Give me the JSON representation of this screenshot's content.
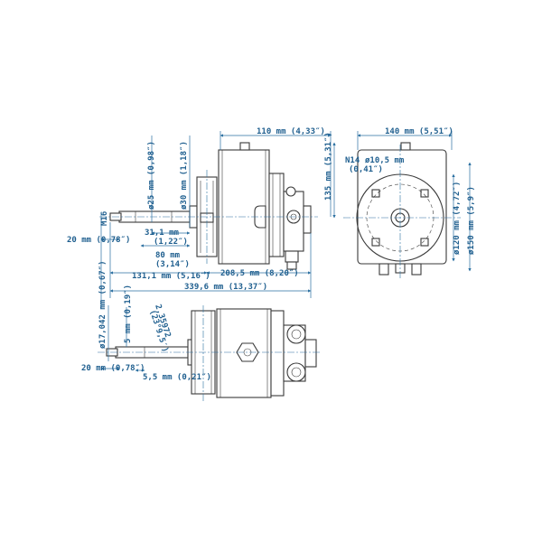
{
  "dims": {
    "d110": "110 mm (4,33″)",
    "d140": "140 mm (5,51″)",
    "d135": "135 mm (5,31″)",
    "d25": "ø25 mm (0,98″)",
    "d30": "ø30 mm (1,18″)",
    "m16": "M16",
    "d20a": "20 mm (0,78″)",
    "d31": "31,1 mm",
    "d31in": "(1,22″)",
    "d80": "80 mm",
    "d80in": "(3,14″)",
    "d131": "131,1 mm (5,16″)",
    "d208": "208,5 mm (8,20″)",
    "d339": "339,6 mm (13,37″)",
    "n14": "N14",
    "d105": "ø10,5 mm",
    "d105in": "(0,41″)",
    "d120": "ø120 mm (4,72″)",
    "d150": "ø150 mm (5,9″)",
    "d17": "ø17,042 mm (0,67″)",
    "d5": "5 mm (0,19″)",
    "d2359": "2,35972",
    "d2359b": "(23°9,5′)",
    "d20b": "20 mm (0,78″)",
    "d55": "5,5 mm (0,21″)"
  },
  "icons": {
    "pump_side": "pump-side-view-icon",
    "pump_front": "pump-front-view-icon",
    "pump_bottom": "pump-bottom-view-icon"
  }
}
